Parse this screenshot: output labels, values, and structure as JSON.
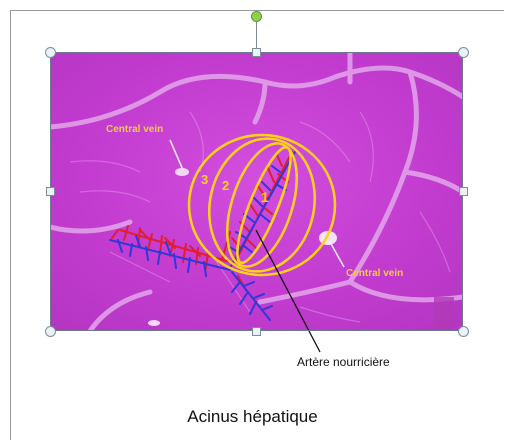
{
  "figure": {
    "labels": {
      "central_vein_top": "Central vein",
      "central_vein_right": "Central vein",
      "zone_3": "3",
      "zone_2": "2",
      "zone_1": "1"
    },
    "annotation_label": "Artère nourricière",
    "caption": "Acinus hépatique"
  },
  "colors": {
    "tissue": "#c53fd3",
    "tissue_light": "#dd8ee6",
    "zone_rings": "#ffd21a",
    "label_text": "#f2c94c",
    "artery_red": "#e11d2e",
    "artery_blue": "#2e39d9",
    "handle": "#e8f2f8",
    "rotate_handle": "#8fd14f"
  }
}
